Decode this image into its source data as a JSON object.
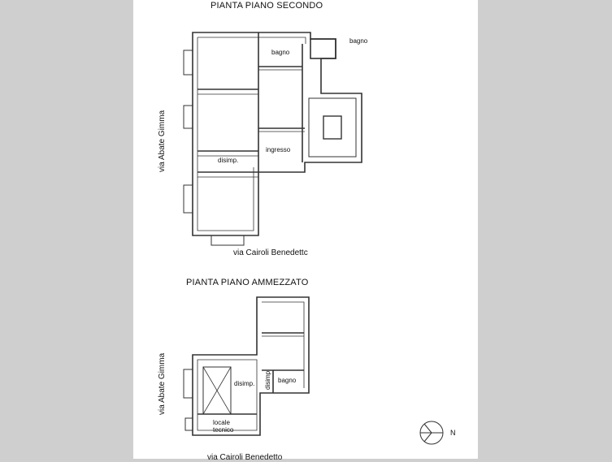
{
  "titles": {
    "second_floor": "PIANTA  PIANO SECONDO",
    "mezzanine": "PIANTA  PIANO AMMEZZATO"
  },
  "streets": {
    "via_abate_gimma": "via Abate Gimma",
    "via_cairoli": "via Cairoli Benedettc",
    "via_cairoli_bottom": "via Cairoli Benedetto"
  },
  "rooms": {
    "second_floor": {
      "bagno_main": "bagno",
      "bagno_annex": "bagno",
      "ingresso": "ingresso",
      "disimp": "disimp."
    },
    "mezzanine": {
      "disimp": "disimp.",
      "disimp_vertical": "disimp",
      "bagno": "bagno",
      "locale_tecnico_line1": "locale",
      "locale_tecnico_line2": "tecnico"
    }
  },
  "compass": {
    "label": "N"
  },
  "colors": {
    "background": "#cfcfcf",
    "sheet": "#ffffff",
    "wall": "#333333"
  }
}
